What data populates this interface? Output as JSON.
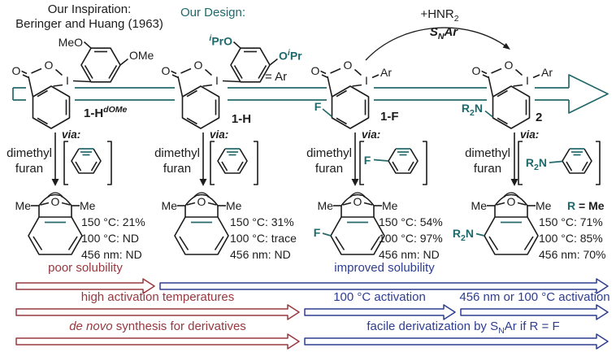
{
  "colors": {
    "teal": "#1d696b",
    "maroon": "#97383f",
    "navy": "#2e3d90",
    "ink": "#1c1c1c"
  },
  "header": {
    "inspiration_line1": "Our Inspiration:",
    "inspiration_line2": "Beringer and Huang (1963)",
    "design": "Our Design:",
    "amine_pre": "+HNR",
    "amine_sub": "2",
    "snar_pre": "S",
    "snar_sub": "N",
    "snar_post": "Ar"
  },
  "atoms": {
    "oxygen": "O",
    "iodine": "I",
    "methyl": "Me",
    "aryl": "Ar",
    "fluorine": "F",
    "r": "R",
    "two": "2",
    "nitrogen": "N"
  },
  "panels": [
    {
      "label_base": "1-H",
      "label_sup": "dOMe",
      "sub_upper": "MeO",
      "sub_right": "OMe"
    },
    {
      "label_base": "1-H",
      "sub_upper_sup": "i",
      "sub_upper_text": "PrO",
      "sub_right_pre": "O",
      "sub_right_sup": "i",
      "sub_right_post": "Pr",
      "ar_note": "= Ar"
    },
    {
      "label_base": "1-F"
    },
    {
      "label_base": "2"
    }
  ],
  "via": {
    "label": "via:",
    "reagent_line1": "dimethyl",
    "reagent_line2": "furan"
  },
  "results": [
    {
      "yields": [
        "150 °C: 21%",
        "100 °C: ND",
        "456 nm: ND"
      ]
    },
    {
      "yields": [
        "150 °C: 31%",
        "100 °C: trace",
        "456 nm: ND"
      ]
    },
    {
      "yields": [
        "150 °C: 54%",
        "100 °C: 97%",
        "456 nm: ND"
      ]
    },
    {
      "yields": [
        "150 °C: 71%",
        "100 °C: 85%",
        "456 nm: 70%"
      ],
      "r_label": "R",
      "r_rest": " = Me"
    }
  ],
  "comparisons": {
    "row1_left": "poor solubility",
    "row1_right": "improved solubility",
    "row2_left": "high activation temperatures",
    "row2_mid": "100 °C activation",
    "row2_right": "456 nm or 100 °C activation",
    "row3_left_italic": "de novo",
    "row3_left_rest": " synthesis for derivatives",
    "row3_right_pre": "facile derivatization by S",
    "row3_right_sub": "N",
    "row3_right_post": "Ar if R = F"
  }
}
